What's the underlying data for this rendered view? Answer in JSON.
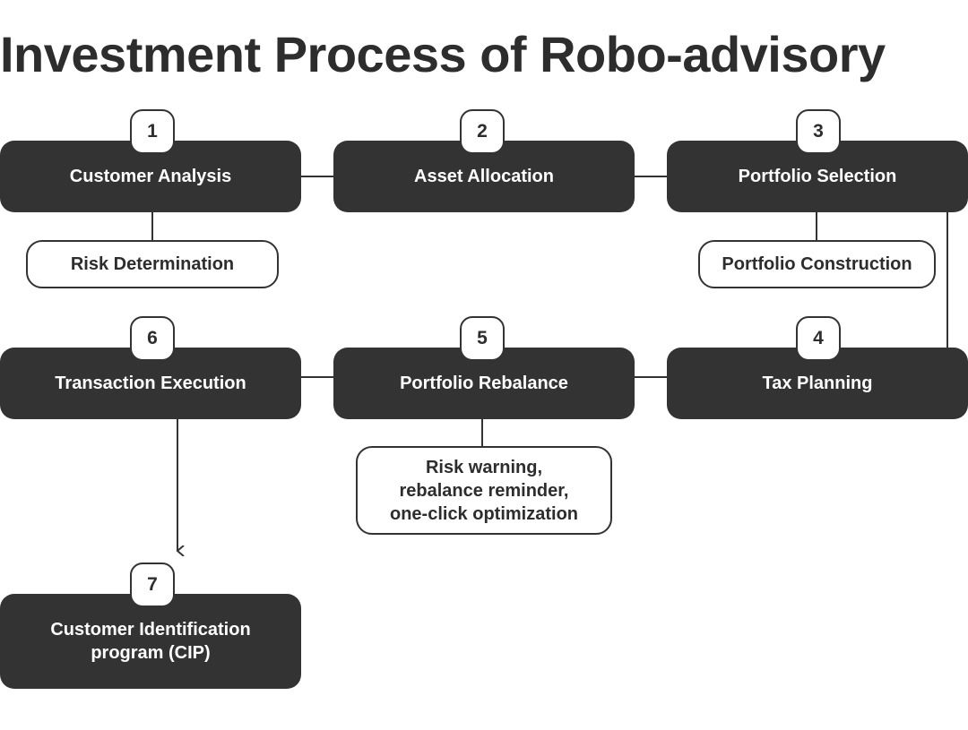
{
  "title": "Investment Process of Robo-advisory",
  "steps": [
    {
      "number": "1",
      "label": "Customer Analysis"
    },
    {
      "number": "2",
      "label": "Asset Allocation"
    },
    {
      "number": "3",
      "label": "Portfolio Selection"
    },
    {
      "number": "4",
      "label": "Tax Planning"
    },
    {
      "number": "5",
      "label": "Portfolio Rebalance"
    },
    {
      "number": "6",
      "label": "Transaction Execution"
    },
    {
      "number": "7",
      "label": "Customer Identification\nprogram (CIP)"
    }
  ],
  "sub_items": {
    "risk_determination": "Risk Determination",
    "portfolio_construction": "Portfolio Construction",
    "rebalance_tools": "Risk warning,\nrebalance reminder,\none-click optimization"
  },
  "colors": {
    "box_fill": "#333333",
    "box_text": "#ffffff",
    "line": "#333333"
  }
}
